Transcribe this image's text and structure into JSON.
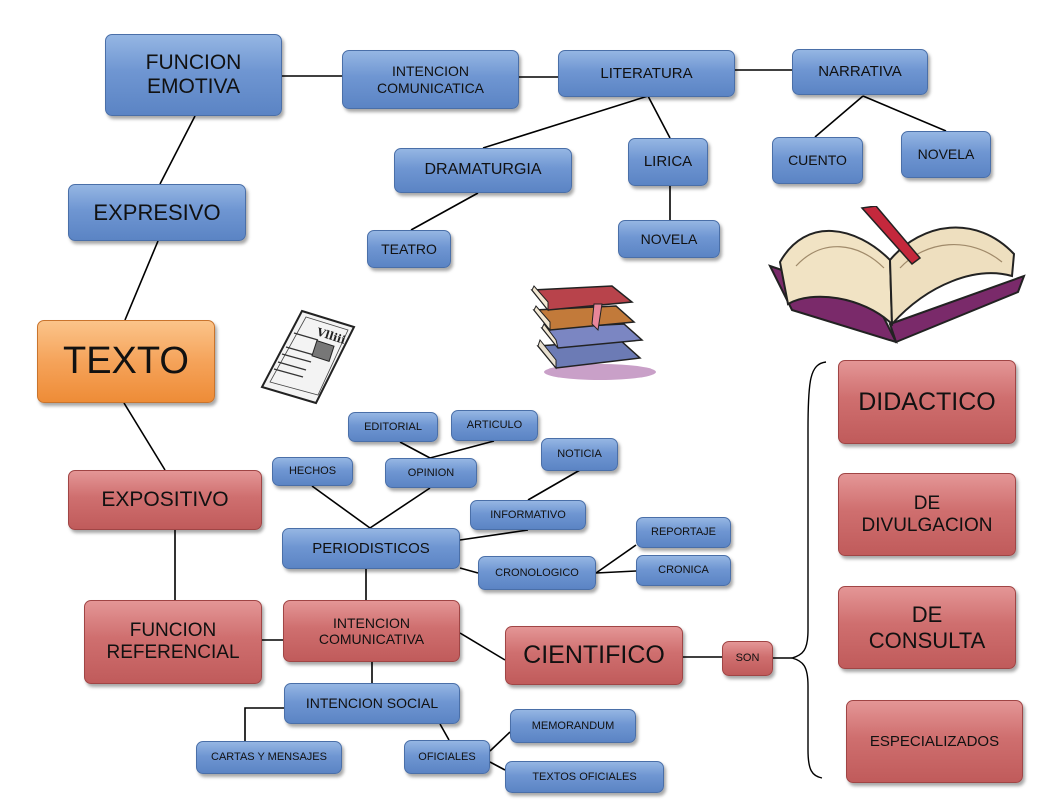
{
  "nodes": {
    "funcion_emotiva": "FUNCION\nEMOTIVA",
    "intencion_comunicatica": "INTENCION\nCOMUNICATICA",
    "literatura": "LITERATURA",
    "narrativa": "NARRATIVA",
    "dramaturgia": "DRAMATURGIA",
    "lirica": "LIRICA",
    "cuento": "CUENTO",
    "novela_narrativa": "NOVELA",
    "teatro": "TEATRO",
    "novela_lirica": "NOVELA",
    "expresivo": "EXPRESIVO",
    "texto": "TEXTO",
    "editorial": "EDITORIAL",
    "articulo": "ARTICULO",
    "hechos": "HECHOS",
    "opinion": "OPINION",
    "noticia": "NOTICIA",
    "informativo": "INFORMATIVO",
    "expositivo": "EXPOSITIVO",
    "periodisticos": "PERIODISTICOS",
    "reportaje": "REPORTAJE",
    "cronologico": "CRONOLOGICO",
    "cronica": "CRONICA",
    "funcion_referencial": "FUNCION\nREFERENCIAL",
    "intencion_comunicativa": "INTENCION\nCOMUNICATIVA",
    "cientifico": "CIENTIFICO",
    "son": "SON",
    "intencion_social": "INTENCION SOCIAL",
    "cartas_mensajes": "CARTAS Y MENSAJES",
    "oficiales": "OFICIALES",
    "memorandum": "MEMORANDUM",
    "textos_oficiales": "TEXTOS OFICIALES",
    "didactico": "DIDACTICO",
    "de_divulgacion": "DE\nDIVULGACION",
    "de_consulta": "DE\nCONSULTA",
    "especializados": "ESPECIALIZADOS"
  },
  "colors": {
    "blue": "#6f96d2",
    "red": "#cf6f6f",
    "orange": "#f5a35a",
    "line": "#000000"
  },
  "icons": [
    "newspaper-clipart",
    "book-stack-clipart",
    "open-book-clipart"
  ]
}
